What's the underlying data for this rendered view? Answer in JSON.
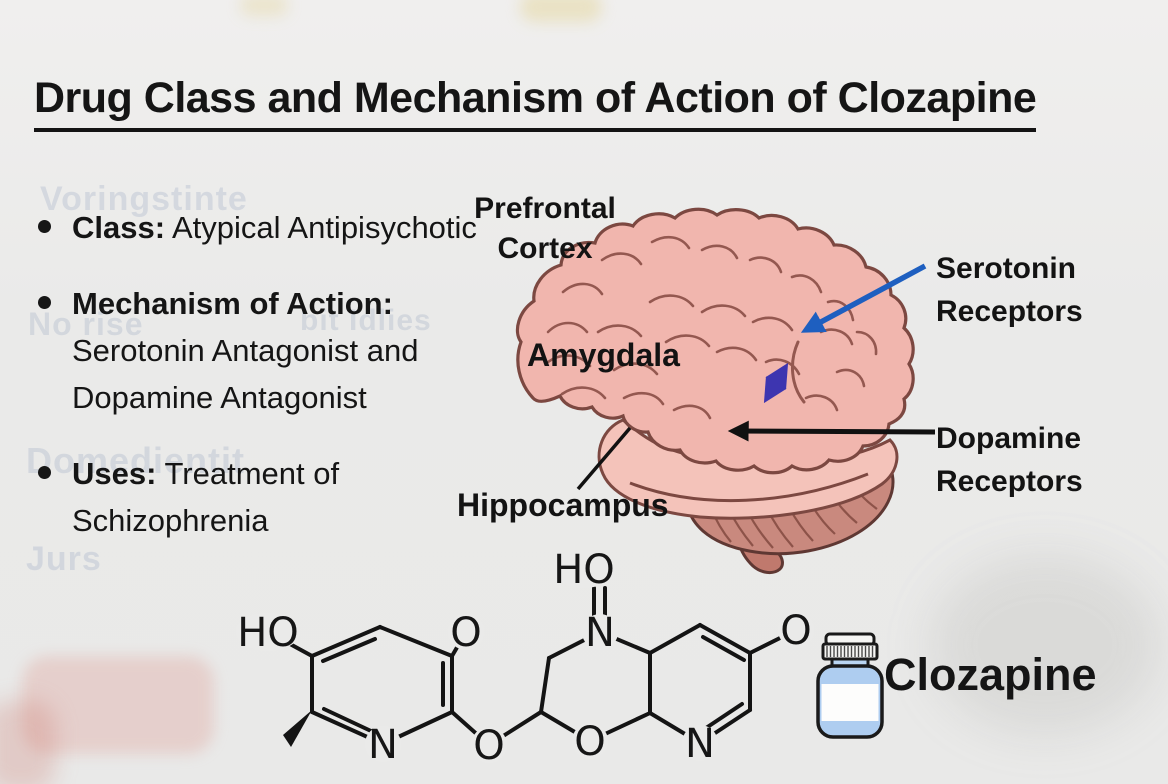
{
  "title": "Drug Class and Mechanism of Action of Clozapine",
  "bullets": [
    {
      "lead": "Class:",
      "text": "Atypical Antipisychotic"
    },
    {
      "lead": "Mechanism of Action:",
      "text": "Serotonin Antagonist and Dopamine Antagonist"
    },
    {
      "lead": "Uses:",
      "text": "Treatment of Schizophrenia"
    }
  ],
  "brain_labels": {
    "prefrontal_line1": "Prefrontal",
    "prefrontal_line2": "Cortex",
    "amygdala": "Amygdala",
    "hippocampus": "Hippocampus",
    "serotonin_line1": "Serotonin",
    "serotonin_line2": "Receptors",
    "dopamine_line1": "Dopamine",
    "dopamine_line2": "Receptors"
  },
  "molecule": {
    "caption": "Clozapine",
    "atoms": [
      {
        "label": "HO"
      },
      {
        "label": "O"
      },
      {
        "label": "N"
      },
      {
        "label": "O"
      },
      {
        "label": "HO"
      },
      {
        "label": "N"
      },
      {
        "label": "O"
      },
      {
        "label": "N"
      },
      {
        "label": "O"
      }
    ]
  },
  "icons": {
    "brain": "brain-illustration",
    "bottle": "pill-bottle-icon"
  },
  "colors": {
    "background": "#eaeae9",
    "text": "#151515",
    "brain_fill": "#f1b6ae",
    "temporal_lobe_fill": "#f4c3ba",
    "cerebellum_fill": "#c9897e",
    "brain_outline": "#7c4841",
    "serotonin_arrow": "#1e5fc0",
    "receptor_double_arrow": "#3d35b0",
    "dopamine_arrow": "#111111",
    "bottle_blue": "#aecdf0"
  },
  "ghost_text": [
    "Voringstinte",
    "No rise",
    "bit Idlies",
    "Domedientit",
    "Jurs"
  ]
}
